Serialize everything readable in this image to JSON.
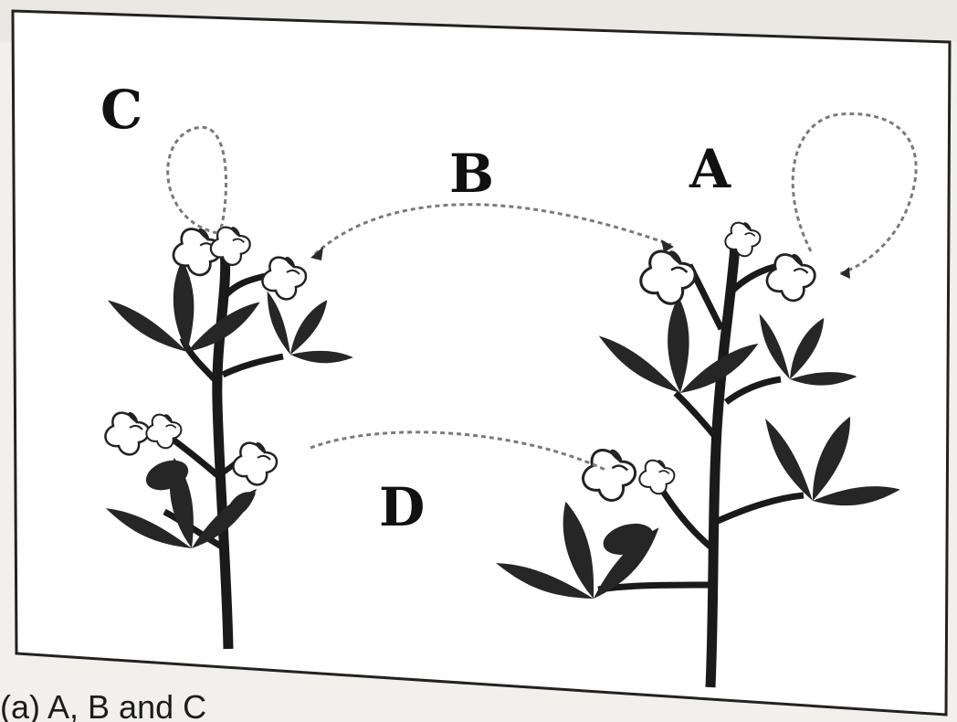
{
  "labels": {
    "a": "A",
    "b": "B",
    "c": "C",
    "d": "D"
  },
  "caption": "(a) A, B and C",
  "colors": {
    "leaf": "#262626",
    "stem": "#1a1a1a",
    "frame": "#222222",
    "arrow_path": "#7a7a7a"
  }
}
